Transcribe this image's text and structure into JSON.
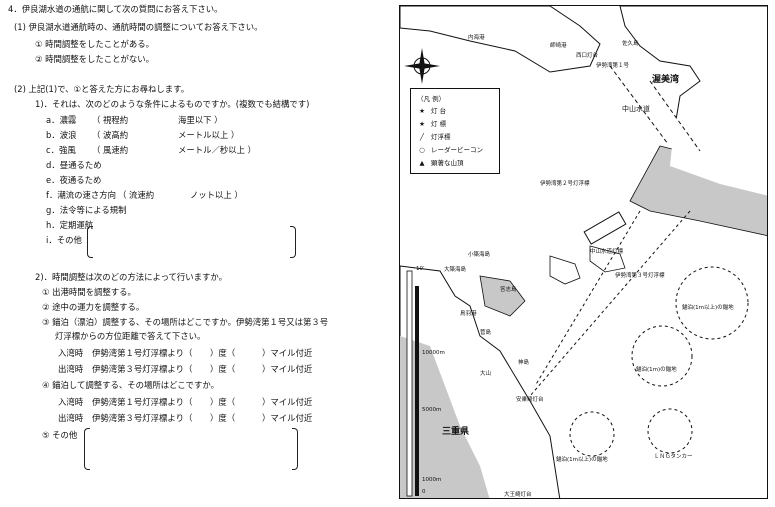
{
  "questionnaire": {
    "heading": "4．伊良湖水道の通航に関して次の質問にお答え下さい。",
    "q1": {
      "text": "(1) 伊良湖水道通航時の、通航時間の調整についてお答え下さい。",
      "options": [
        "① 時間調整をしたことがある。",
        "② 時間調整をしたことがない。"
      ]
    },
    "q2": {
      "text": "(2) 上記(1)で、①と答えた方にお尋ねします。",
      "sub1": {
        "text": "1)．それは、次のどのような条件によるものですか。(複数でも結構です)",
        "items": [
          {
            "label": "a．濃霧",
            "detail": "（ 視程約",
            "unit": "海里以下 ）"
          },
          {
            "label": "b．波浪",
            "detail": "（ 波高約",
            "unit": "メートル以上 ）"
          },
          {
            "label": "c．強風",
            "detail": "（ 風速約",
            "unit": "メートル／秒以上 ）"
          },
          {
            "label": "d．昼通るため",
            "detail": "",
            "unit": ""
          },
          {
            "label": "e．夜通るため",
            "detail": "",
            "unit": ""
          },
          {
            "label": "f．潮流の速さ方向",
            "detail": "（ 流速約",
            "unit": "ノット以上 ）"
          },
          {
            "label": "g．法令等による規制",
            "detail": "",
            "unit": ""
          },
          {
            "label": "h．定期運航",
            "detail": "",
            "unit": ""
          },
          {
            "label": "i．その他",
            "detail": "",
            "unit": ""
          }
        ]
      },
      "sub2": {
        "text": "2)．時間調整は次のどの方法によって行いますか。",
        "opt1": "① 出港時間を調整する。",
        "opt2": "② 途中の運力を調整する。",
        "opt3a": "③ 錨泊（漂泊）調整する、その場所はどこですか。伊勢湾第１号又は第３号",
        "opt3b": "灯浮標からの方位距離で答えて下さい。",
        "rows3": [
          {
            "label": "入湾時",
            "text": "伊勢湾第１号灯浮標より（",
            "deg": "）度（",
            "mile": "）マイル付近"
          },
          {
            "label": "出湾時",
            "text": "伊勢湾第３号灯浮標より（",
            "deg": "）度（",
            "mile": "）マイル付近"
          }
        ],
        "opt4": "④ 錨泊して調整する、その場所はどこですか。",
        "rows4": [
          {
            "label": "入湾時",
            "text": "伊勢湾第１号灯浮標より（",
            "deg": "）度（",
            "mile": "）マイル付近"
          },
          {
            "label": "出湾時",
            "text": "伊勢湾第３号灯浮標より（",
            "deg": "）度（",
            "mile": "）マイル付近"
          }
        ],
        "opt5": "⑤ その他"
      }
    }
  },
  "map": {
    "bay_label": "渥美湾",
    "channel_label": "中山水道",
    "prefecture_label": "三重県",
    "legend": {
      "title": "（凡 例）",
      "items": [
        "灯 台",
        "灯 標",
        "灯浮標",
        "レーダービーコン",
        "顕著な山頂"
      ]
    },
    "scale_labels": [
      "10′",
      "10000m",
      "5000m",
      "1000m",
      "0"
    ],
    "anchorages": [
      "錨泊(1m以上)の錨地",
      "錨泊(1m)の錨地",
      "錨泊(1m以上)の錨地",
      "ＬＮＧタンカー"
    ],
    "place_labels": [
      "内海港",
      "佐久島",
      "師崎港",
      "西口灯台",
      "伊勢湾第１号",
      "伊勢湾第３号灯浮標",
      "小築海島",
      "大築海島",
      "答志島",
      "菅島",
      "神島",
      "大山",
      "鳥羽港",
      "安乗崎灯台",
      "大王崎灯台",
      "伊勢湾第２号灯浮標",
      "中山水道灯標"
    ]
  },
  "colors": {
    "ink": "#111111",
    "shade": "#c8c8c8"
  }
}
